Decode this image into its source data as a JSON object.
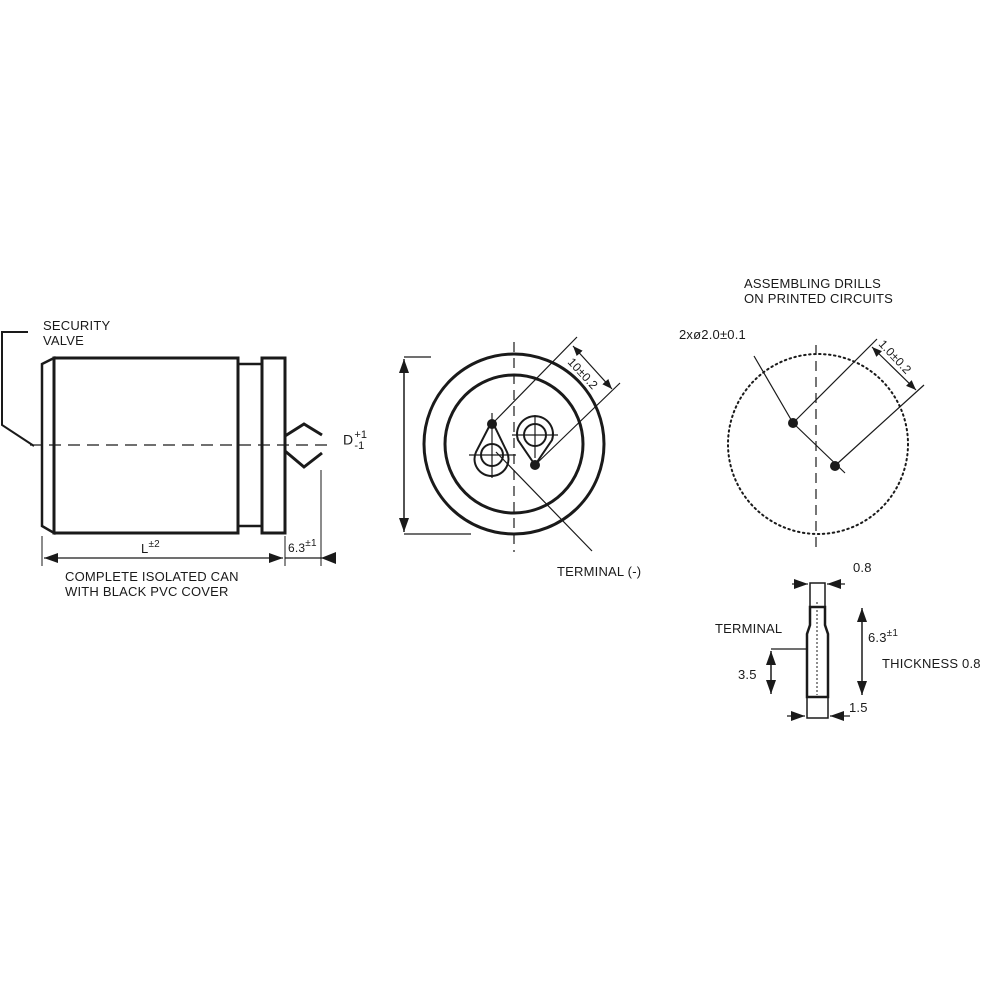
{
  "side_view": {
    "security_valve_label": [
      "SECURITY",
      "VALVE"
    ],
    "length_label": "L",
    "length_tolerance": "±2",
    "terminal_length_label": "6.3",
    "terminal_length_tolerance": "±1",
    "diameter_label": "D",
    "diameter_tol_plus": "+1",
    "diameter_tol_minus": "-1",
    "caption": [
      "COMPLETE ISOLATED CAN",
      "WITH BLACK PVC COVER"
    ]
  },
  "end_view": {
    "pitch_label": "10±0.2",
    "terminal_label": "TERMINAL (-)"
  },
  "drill_view": {
    "title": [
      "ASSEMBLING DRILLS",
      "ON PRINTED CIRCUITS"
    ],
    "hole_label": "2xø2.0±0.1",
    "pitch_label": "1.0±0.2"
  },
  "terminal_view": {
    "width_top": "0.8",
    "terminal_label": "TERMINAL",
    "length_label": "6.3",
    "length_tolerance": "±1",
    "thickness_label": "THICKNESS 0.8",
    "offset_label": "3.5",
    "width_bottom": "1.5"
  },
  "colors": {
    "line": "#1a1a1a",
    "background": "#ffffff"
  }
}
